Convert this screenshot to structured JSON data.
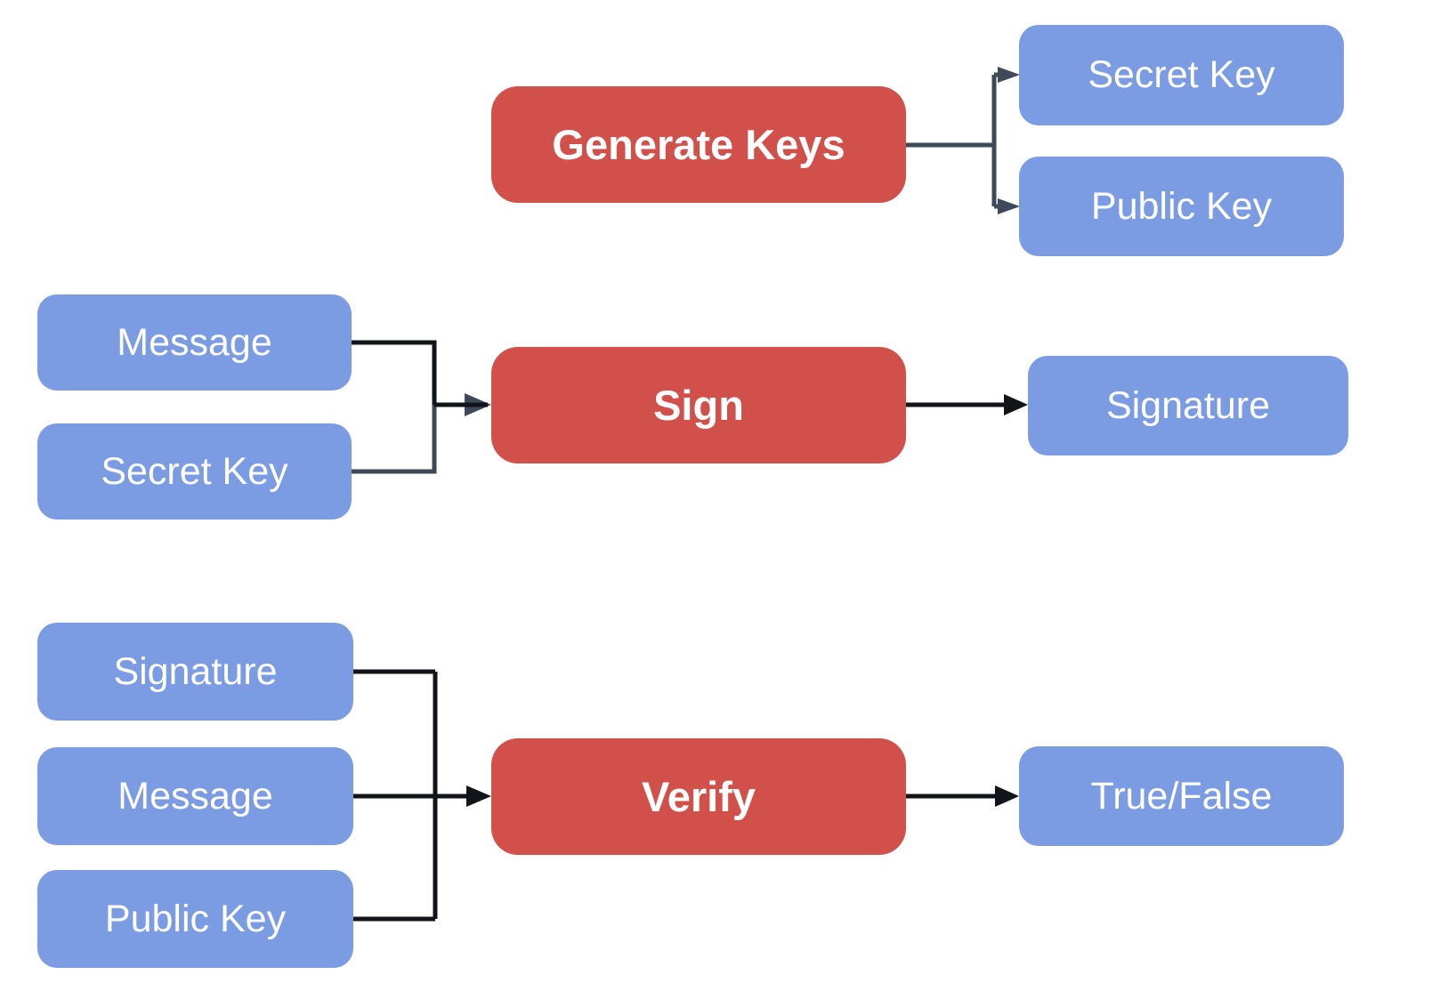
{
  "diagram": {
    "background_color": "#FFFFFF",
    "colors": {
      "process_box": "#D1504A",
      "data_box": "#7B9BE2",
      "label_text": "#FFFFFF",
      "connector_black": "#111418",
      "connector_slate": "#3E4A5A"
    },
    "nodes": {
      "generate_keys": "Generate Keys",
      "secret_key_out": "Secret Key",
      "public_key_out": "Public Key",
      "message_sign_in": "Message",
      "secret_key_sign_in": "Secret Key",
      "sign": "Sign",
      "signature_out": "Signature",
      "signature_verify_in": "Signature",
      "message_verify_in": "Message",
      "public_key_verify_in": "Public Key",
      "verify": "Verify",
      "true_false_out": "True/False"
    },
    "groups": {
      "keygen": {
        "process": "Generate Keys",
        "inputs": [],
        "outputs": [
          "Secret Key",
          "Public Key"
        ]
      },
      "signing": {
        "process": "Sign",
        "inputs": [
          "Message",
          "Secret Key"
        ],
        "outputs": [
          "Signature"
        ]
      },
      "verification": {
        "process": "Verify",
        "inputs": [
          "Signature",
          "Message",
          "Public Key"
        ],
        "outputs": [
          "True/False"
        ]
      }
    },
    "edges": [
      {
        "from": "Generate Keys",
        "to": "Secret Key"
      },
      {
        "from": "Generate Keys",
        "to": "Public Key"
      },
      {
        "from": "Message",
        "to": "Sign"
      },
      {
        "from": "Secret Key",
        "to": "Sign"
      },
      {
        "from": "Sign",
        "to": "Signature"
      },
      {
        "from": "Signature",
        "to": "Verify"
      },
      {
        "from": "Message",
        "to": "Verify"
      },
      {
        "from": "Public Key",
        "to": "Verify"
      },
      {
        "from": "Verify",
        "to": "True/False"
      }
    ]
  }
}
